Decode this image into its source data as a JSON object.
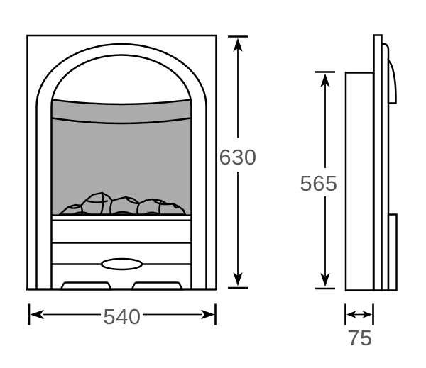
{
  "drawing": {
    "subject": "fireplace-dimension-diagram",
    "views": {
      "front": {
        "name": "front-elevation"
      },
      "side": {
        "name": "side-elevation"
      }
    },
    "dimensions": {
      "front_height": {
        "value": "630"
      },
      "front_width": {
        "value": "540"
      },
      "side_height": {
        "value": "565"
      },
      "side_depth": {
        "value": "75"
      }
    },
    "colors": {
      "line": "#000000",
      "dimension_text": "#57585b",
      "glass_gray": "#acacac",
      "coal_gray": "#6f6f6f",
      "foot_gray": "#9a9a9a",
      "background": "#ffffff"
    }
  }
}
